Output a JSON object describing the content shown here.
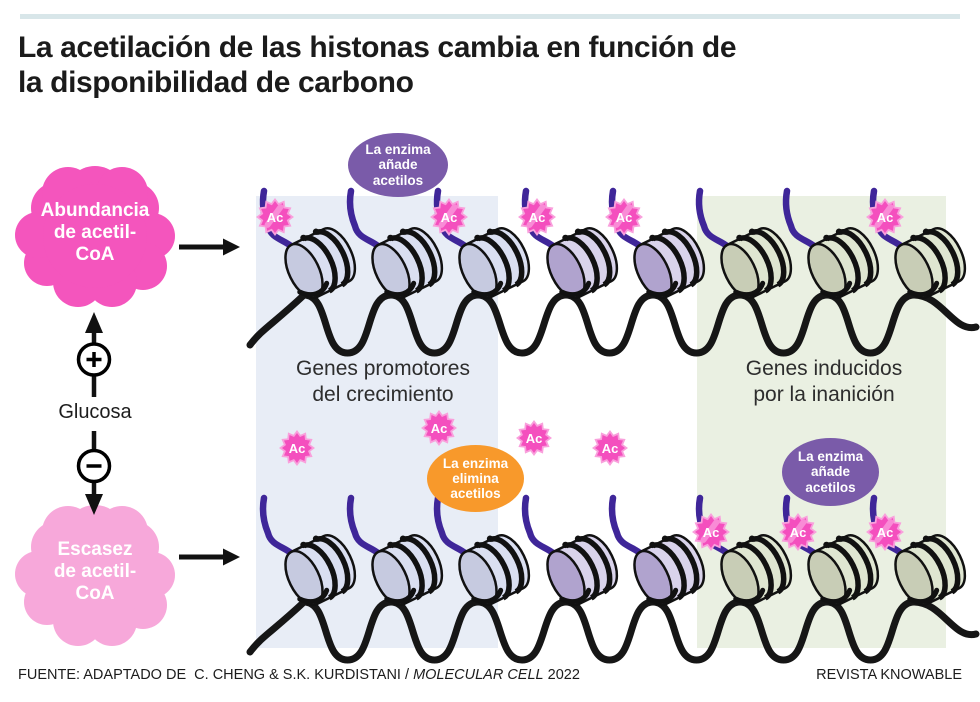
{
  "title": "La acetilación de las histonas cambia en función de\nla disponibilidad de carbono",
  "left_flow": {
    "abundance_label": "Abundancia\nde acetil-\nCoA",
    "glucose_label": "Glucosa",
    "scarcity_label": "Escasez\nde acetil-\nCoA"
  },
  "icons": {
    "positive_regulation": "plus-icon",
    "negative_regulation": "minus-icon",
    "flow_arrows": "arrow-right-icon"
  },
  "enzymes": {
    "add_top": "La enzima\nañade\nacetilos",
    "remove": "La enzima\nelimina\nacetilos",
    "add_bottom": "La enzima\nañade\nacetilos"
  },
  "regions": {
    "growth_label": "Genes promotores\ndel crecimiento",
    "starvation_label": "Genes inducidos\npor la inanición"
  },
  "acetyl": {
    "label": "Ac"
  },
  "footer": {
    "source_prefix": "FUENTE: ADAPTADO DE  C. CHENG & S.K. KURDISTANI / ",
    "source_italic": "MOLECULAR CELL",
    "source_suffix": " 2022",
    "credit": "REVISTA KNOWABLE"
  },
  "colors": {
    "rule": "#D8E6E9",
    "pink_strong": "#F455BD",
    "pink_light": "#F7A8DA",
    "purple_enzyme": "#7A5BA9",
    "orange_enzyme": "#F8992B",
    "badge_pink": "#F44FBE",
    "badge_edge": "#F9A0DC",
    "tail_purple": "#3F2699",
    "strand_black": "#161616",
    "panel_blue": "#E8EDF6",
    "panel_green": "#EAF0E2",
    "histone_blue_face": "#C6CAE0",
    "histone_blue_body": "#DADFF1",
    "histone_lav_face": "#B0A3CE",
    "histone_lav_body": "#D9D3EB",
    "histone_green_face": "#C8CDB6",
    "histone_green_body": "#DFE6D1"
  }
}
